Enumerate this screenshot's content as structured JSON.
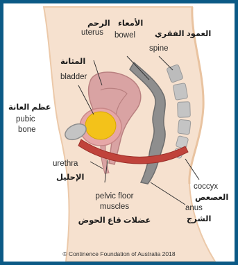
{
  "labels": {
    "uterus": {
      "en": "uterus",
      "ar": "الرحم"
    },
    "bowel": {
      "en": "bowel",
      "ar": "الأمعاء"
    },
    "spine": {
      "en": "spine",
      "ar": "العمود الفقري"
    },
    "bladder": {
      "en": "bladder",
      "ar": "المثانة"
    },
    "pubic_bone": {
      "en_line1": "pubic",
      "en_line2": "bone",
      "ar": "عظم العانة"
    },
    "urethra": {
      "en": "urethra",
      "ar": "الإحليل"
    },
    "pelvic_floor": {
      "en_line1": "pelvic floor",
      "en_line2": "muscles",
      "ar": "عضلات قاع الحوض"
    },
    "coccyx": {
      "en": "coccyx",
      "ar": "العصعص"
    },
    "anus": {
      "en": "anus",
      "ar": "الشرج"
    }
  },
  "copyright": "© Continence Foundation of Australia 2018",
  "colors": {
    "frame": "#0b5a86",
    "body_skin": "#f3dcc7",
    "body_outline": "#e9c8a8",
    "uterus": "#d7a1a1",
    "bladder": "#f3c21a",
    "bladder_wall": "#e6a6a6",
    "muscle": "#c0433b",
    "bone": "#bfbfbf",
    "bowel": "#8f8f8f"
  }
}
